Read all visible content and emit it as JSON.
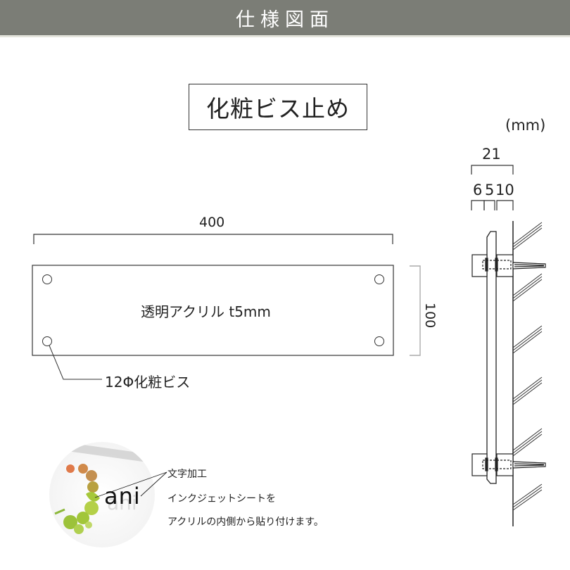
{
  "header": {
    "title": "仕様図面",
    "background": "#7b7d76"
  },
  "method": {
    "label": "化粧ビス止め"
  },
  "units": "(mm)",
  "front_view": {
    "width_label": "400",
    "height_label": "100",
    "material_label": "透明アクリル t5mm",
    "screw_label": "12Φ化粧ビス",
    "holes": 4
  },
  "side_view": {
    "total_depth_label": "21",
    "segment_labels": [
      "6",
      "5",
      "10"
    ]
  },
  "detail": {
    "magnifier_text": "ani",
    "callout_title": "文字加工",
    "callout_line1": "インクジェットシートを",
    "callout_line2": "アクリルの内側から貼り付けます。"
  }
}
